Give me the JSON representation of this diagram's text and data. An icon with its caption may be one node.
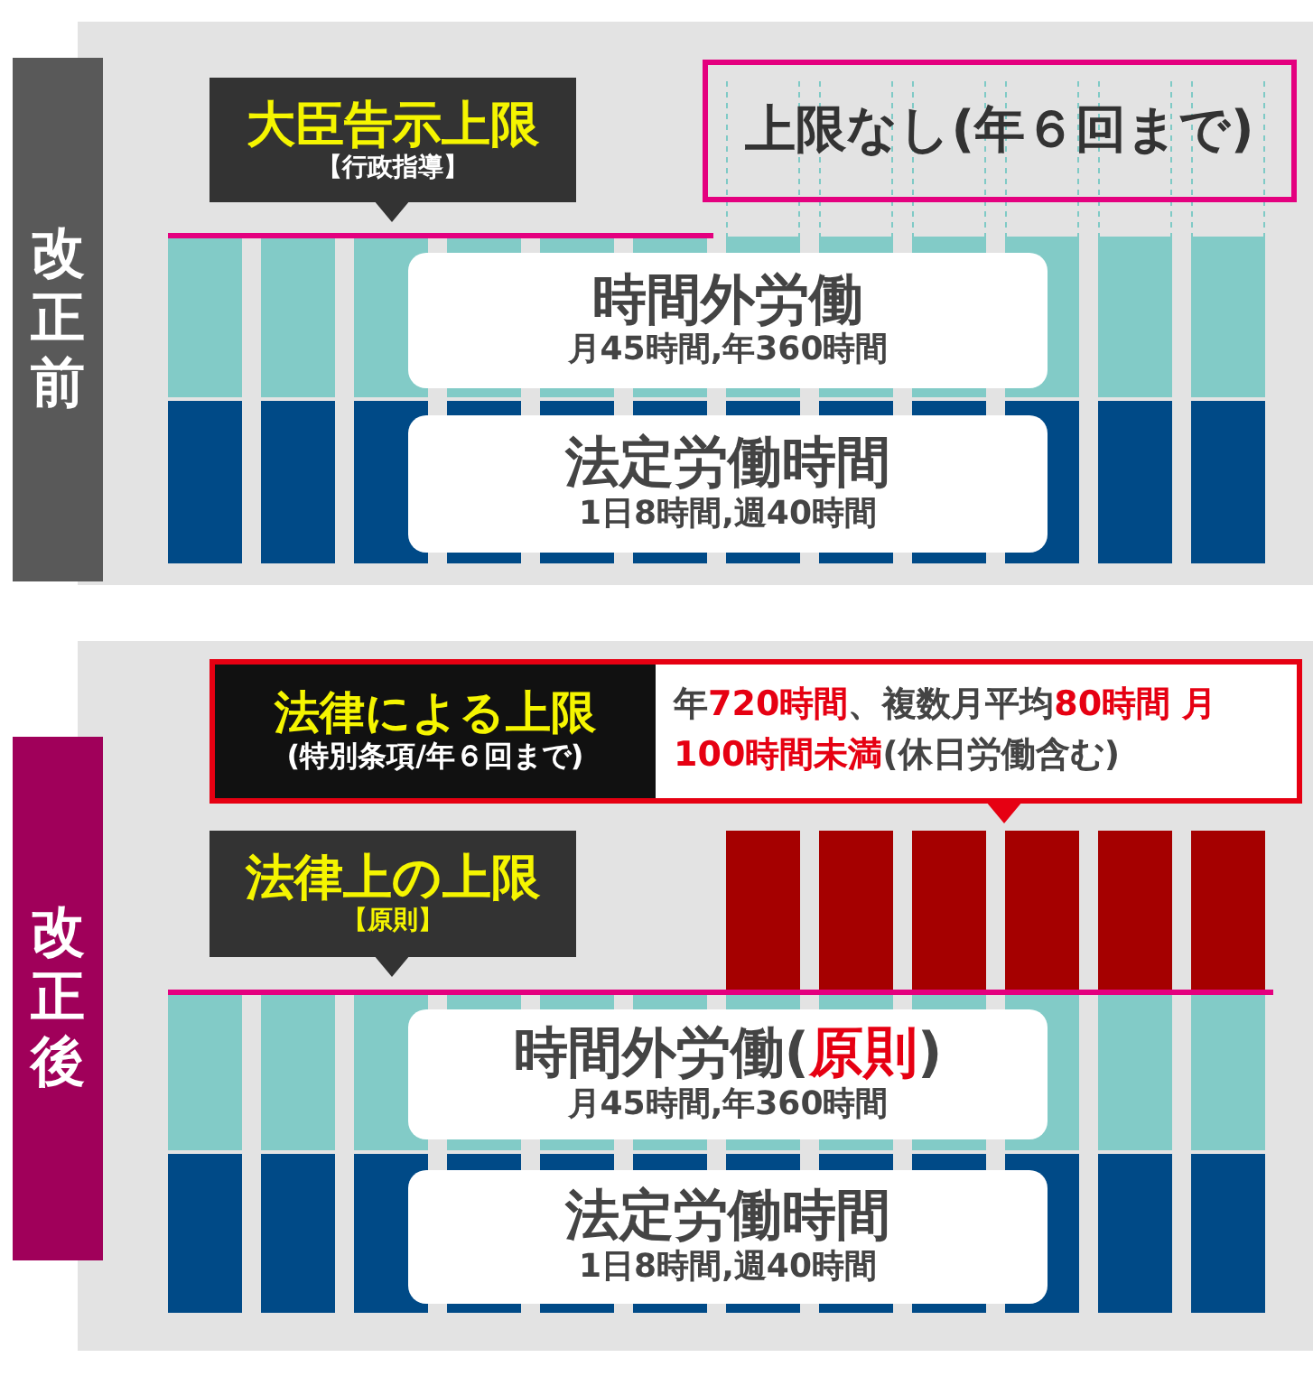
{
  "diagram": {
    "nodes": [
      {
        "text": [
          "改正前"
        ]
      },
      {
        "text": [
          "大臣告示上限",
          "【行政指導】"
        ]
      },
      {
        "text": [
          "上限なし(年６回まで)"
        ]
      },
      {
        "text": [
          "時間外労働",
          "月45時間,年360時間"
        ]
      },
      {
        "text": [
          "法定労働時間",
          "1日8時間,週40時間"
        ]
      },
      {
        "text": [
          "改正後"
        ]
      },
      {
        "text": [
          "法律による上限",
          "(特別条項/年６回まで)",
          "年**720時間**、複数月平均**80時間 月100時間未満**(休日労働含む)"
        ]
      },
      {
        "text": [
          "法律上の上限",
          "【原則】"
        ]
      },
      {
        "text": [
          "時間外労働(**原則**)",
          "月45時間,年360時間"
        ]
      },
      {
        "text": [
          "法定労働時間",
          "1日8時間,週40時間"
        ]
      }
    ],
    "edges": []
  }
}
